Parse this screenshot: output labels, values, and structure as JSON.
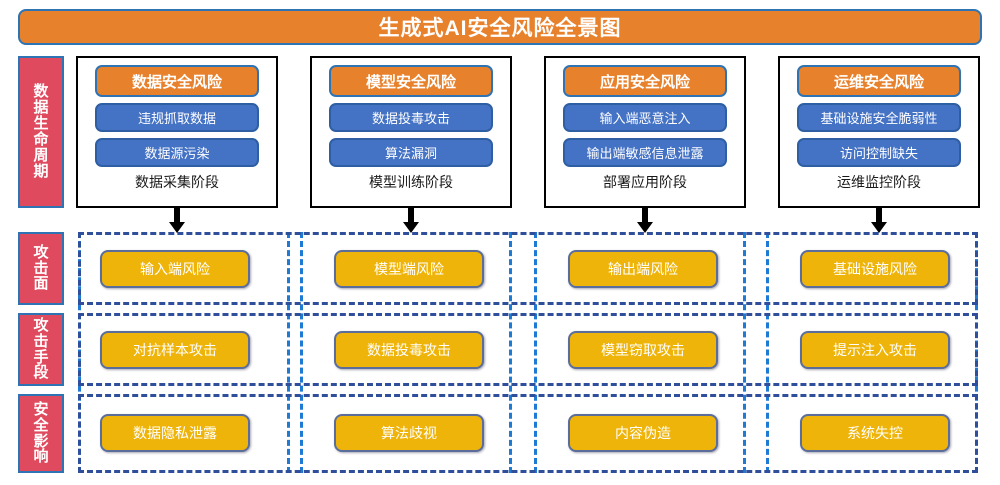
{
  "title": "生成式AI安全风险全景图",
  "sidebar": {
    "items": [
      {
        "id": "life-cycle",
        "label": "数据生命周期"
      },
      {
        "id": "attack-surface",
        "label": "攻击面"
      },
      {
        "id": "attack-method",
        "label": "攻击手段"
      },
      {
        "id": "security-impact",
        "label": "安全影响"
      }
    ]
  },
  "stages": [
    {
      "header": "数据安全风险",
      "items": [
        "违规抓取数据",
        "数据源污染"
      ],
      "caption": "数据采集阶段"
    },
    {
      "header": "模型安全风险",
      "items": [
        "数据投毒攻击",
        "算法漏洞"
      ],
      "caption": "模型训练阶段"
    },
    {
      "header": "应用安全风险",
      "items": [
        "输入端恶意注入",
        "输出端敏感信息泄露"
      ],
      "caption": "部署应用阶段"
    },
    {
      "header": "运维安全风险",
      "items": [
        "基础设施安全脆弱性",
        "访问控制缺失"
      ],
      "caption": "运维监控阶段"
    }
  ],
  "matrix": {
    "rows": [
      {
        "id": "attack-surface",
        "label": "攻击面",
        "cells": [
          "输入端风险",
          "模型端风险",
          "输出端风险",
          "基础设施风险"
        ]
      },
      {
        "id": "attack-method",
        "label": "攻击手段",
        "cells": [
          "对抗样本攻击",
          "数据投毒攻击",
          "模型窃取攻击",
          "提示注入攻击"
        ]
      },
      {
        "id": "security-impact",
        "label": "安全影响",
        "cells": [
          "数据隐私泄露",
          "算法歧视",
          "内容伪造",
          "系统失控"
        ]
      }
    ]
  },
  "colors": {
    "title_fill": "#E8812C",
    "title_border": "#2E74B5",
    "sidebar_fill": "#E04A5F",
    "stage_header_fill": "#E8812C",
    "stage_item_fill": "#4472C4",
    "cell_fill": "#EFB40A",
    "band_dash": "#2F4F9B",
    "strip_dash": "#1F7AD4"
  }
}
